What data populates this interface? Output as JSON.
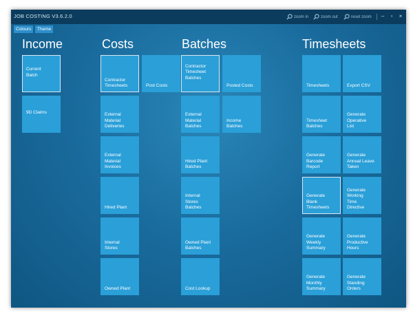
{
  "app": {
    "title": "JOB COSTING V3.6.2.0"
  },
  "toolbar": {
    "zoom_in": "zoom in",
    "zoom_out": "zoom out",
    "reset_zoom": "reset zoom",
    "minimize_glyph": "‒",
    "maximize_glyph": "▫",
    "close_glyph": "×"
  },
  "menu": {
    "colours": "Colours",
    "theme": "Theme"
  },
  "sections": {
    "income": "Income",
    "costs": "Costs",
    "batches": "Batches",
    "timesheets": "Timesheets"
  },
  "tiles": {
    "current_batch": "Current\nBatch",
    "nine_d_claims": "9D Claims",
    "contractor_timesheets": "Contractor\nTimesheets",
    "post_costs": "Post Costs",
    "external_material_deliveries": "External\nMaterial\nDeliveries",
    "external_material_invoices": "External\nMaterial\nInvoices",
    "hired_plant": "Hired Plant",
    "internal_stores": "Internal\nStores",
    "owned_plant": "Owned Plant",
    "contractor_timesheet_batches": "Contractor\nTimesheet\nBatches",
    "posted_costs": "Posted Costs",
    "external_material_batches": "External\nMaterial\nBatches",
    "income_batches": "Income\nBatches",
    "hired_plant_batches": "Hired Plant\nBatches",
    "internal_stores_batches": "Internal\nStores\nBatches",
    "owned_plant_batches": "Owned Plant\nBatches",
    "cost_lookup": "Cost Lookup",
    "timesheets": "Timesheets",
    "export_csv": "Export CSV",
    "timesheet_batches": "Timesheet\nBatches",
    "generate_operative_list": "Generate\nOperative\nList",
    "generate_barcode_report": "Generate\nBarcode\nReport",
    "generate_annual_leave_taken": "Generate\nAnnual Leave\nTaken",
    "generate_blank_timesheets": "Generate\nBlank\nTimesheets",
    "generate_working_time_directive": "Generate\nWorking\nTime\nDirective",
    "generate_weekly_summary": "Generate\nWeekly\nSummary",
    "generate_productive_hours": "Generate\nProductive\nHours",
    "generate_monthly_summary": "Generate\nMonthly\nSummary",
    "generate_standing_orders": "Generate\nStanding\nOrders"
  },
  "colors": {
    "tile": "#2a9fd8",
    "background": "#1a6c9e",
    "titlebar": "#0b3c5d",
    "menu_button": "#2d8fcb"
  }
}
